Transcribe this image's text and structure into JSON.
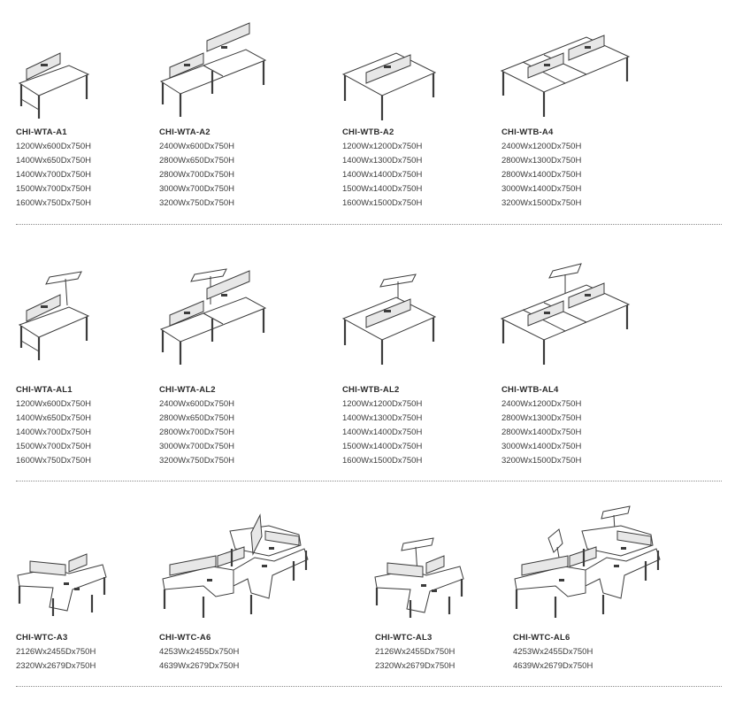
{
  "rows": [
    {
      "items": [
        {
          "code": "CHI-WTA-A1",
          "sizes": [
            "1200Wx600Dx750H",
            "1400Wx650Dx750H",
            "1400Wx700Dx750H",
            "1500Wx700Dx750H",
            "1600Wx750Dx750H"
          ]
        },
        {
          "code": "CHI-WTA-A2",
          "sizes": [
            "2400Wx600Dx750H",
            "2800Wx650Dx750H",
            "2800Wx700Dx750H",
            "3000Wx700Dx750H",
            "3200Wx750Dx750H"
          ]
        },
        {
          "code": "CHI-WTB-A2",
          "sizes": [
            "1200Wx1200Dx750H",
            "1400Wx1300Dx750H",
            "1400Wx1400Dx750H",
            "1500Wx1400Dx750H",
            "1600Wx1500Dx750H"
          ]
        },
        {
          "code": "CHI-WTB-A4",
          "sizes": [
            "2400Wx1200Dx750H",
            "2800Wx1300Dx750H",
            "2800Wx1400Dx750H",
            "3000Wx1400Dx750H",
            "3200Wx1500Dx750H"
          ]
        }
      ]
    },
    {
      "items": [
        {
          "code": "CHI-WTA-AL1",
          "sizes": [
            "1200Wx600Dx750H",
            "1400Wx650Dx750H",
            "1400Wx700Dx750H",
            "1500Wx700Dx750H",
            "1600Wx750Dx750H"
          ]
        },
        {
          "code": "CHI-WTA-AL2",
          "sizes": [
            "2400Wx600Dx750H",
            "2800Wx650Dx750H",
            "2800Wx700Dx750H",
            "3000Wx700Dx750H",
            "3200Wx750Dx750H"
          ]
        },
        {
          "code": "CHI-WTB-AL2",
          "sizes": [
            "1200Wx1200Dx750H",
            "1400Wx1300Dx750H",
            "1400Wx1400Dx750H",
            "1500Wx1400Dx750H",
            "1600Wx1500Dx750H"
          ]
        },
        {
          "code": "CHI-WTB-AL4",
          "sizes": [
            "2400Wx1200Dx750H",
            "2800Wx1300Dx750H",
            "2800Wx1400Dx750H",
            "3000Wx1400Dx750H",
            "3200Wx1500Dx750H"
          ]
        }
      ]
    },
    {
      "items": [
        {
          "code": "CHI-WTC-A3",
          "sizes": [
            "2126Wx2455Dx750H",
            "2320Wx2679Dx750H"
          ]
        },
        {
          "code": "CHI-WTC-A6",
          "sizes": [
            "4253Wx2455Dx750H",
            "4639Wx2679Dx750H"
          ]
        },
        {
          "code": "CHI-WTC-AL3",
          "sizes": [
            "2126Wx2455Dx750H",
            "2320Wx2679Dx750H"
          ]
        },
        {
          "code": "CHI-WTC-AL6",
          "sizes": [
            "4253Wx2455Dx750H",
            "4639Wx2679Dx750H"
          ]
        }
      ]
    }
  ]
}
